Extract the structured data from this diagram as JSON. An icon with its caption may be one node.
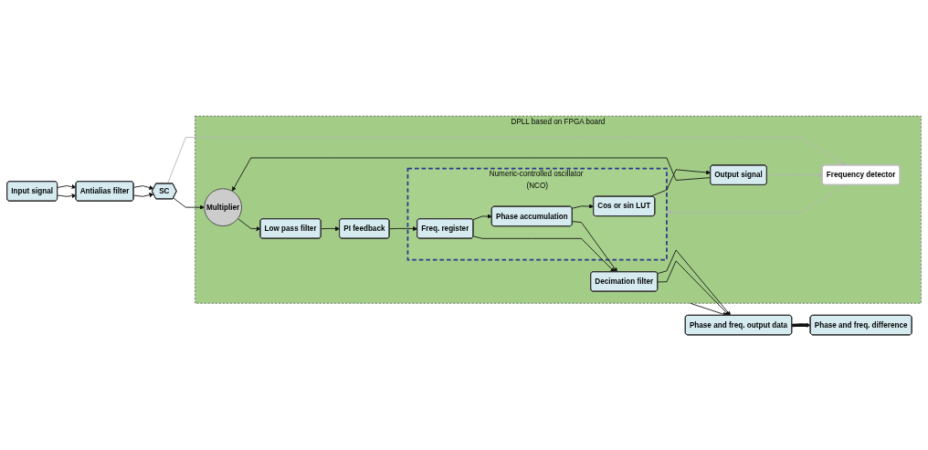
{
  "diagram": {
    "nodes": [
      {
        "text": [
          "Input signal"
        ]
      },
      {
        "text": [
          "Antialias filter"
        ]
      },
      {
        "text": [
          "SC"
        ]
      },
      {
        "text": [
          "DPLL based on FPGA board"
        ]
      },
      {
        "text": [
          "Multiplier"
        ],
        "in": 3
      },
      {
        "text": [
          "Low pass filter"
        ],
        "in": 3
      },
      {
        "text": [
          "PI feedback"
        ],
        "in": 3
      },
      {
        "text": [
          "Frequency detector"
        ],
        "in": 3
      },
      {
        "text": [
          "Output signal"
        ],
        "in": 3
      },
      {
        "text": [
          "Numeric-controlled oscillator (NCO)"
        ],
        "in": 3
      },
      {
        "text": [
          "Cos or sin LUT"
        ],
        "in": 9
      },
      {
        "text": [
          "Phase accumulation"
        ],
        "in": 9
      },
      {
        "text": [
          "Freq. register"
        ],
        "in": 9
      },
      {
        "text": [
          "Decimation filter"
        ],
        "in": 3
      },
      {
        "text": [
          "Phase and freq. output data"
        ]
      },
      {
        "text": [
          "Phase and freq. difference"
        ]
      }
    ],
    "edges": [
      {
        "from": 0,
        "to": 1,
        "arrow": "to"
      },
      {
        "from": 0,
        "to": 1,
        "arrow": "to"
      },
      {
        "from": 1,
        "to": 2,
        "arrow": "to"
      },
      {
        "from": 1,
        "to": 2,
        "arrow": "to"
      },
      {
        "from": 2,
        "to": 4,
        "arrow": "to"
      },
      {
        "from": 2,
        "to": 7,
        "arrow": "to",
        "color": "#b3b3b3"
      },
      {
        "from": 4,
        "to": 5,
        "arrow": "to"
      },
      {
        "from": 5,
        "to": 6,
        "arrow": "to"
      },
      {
        "from": 6,
        "to": 12,
        "arrow": "to"
      },
      {
        "from": 12,
        "to": 11,
        "arrow": "to"
      },
      {
        "from": 11,
        "to": 10,
        "arrow": "to"
      },
      {
        "from": 10,
        "to": 8,
        "arrow": "to"
      },
      {
        "from": 8,
        "to": 4,
        "arrow": "to"
      },
      {
        "from": 8,
        "to": 7,
        "arrow": "to",
        "color": "#b3b3b3"
      },
      {
        "from": 7,
        "to": 9,
        "arrow": "to",
        "color": "#b3b3b3"
      },
      {
        "from": 11,
        "to": 13,
        "arrow": "to"
      },
      {
        "from": 12,
        "to": 13,
        "arrow": "to"
      },
      {
        "from": 13,
        "to": 14,
        "arrow": "to"
      },
      {
        "from": 13,
        "to": 14,
        "arrow": "to"
      },
      {
        "from": 3,
        "to": 14,
        "arrow": "to"
      },
      {
        "from": 14,
        "to": 15,
        "arrow": "to",
        "style": "thick"
      }
    ]
  }
}
